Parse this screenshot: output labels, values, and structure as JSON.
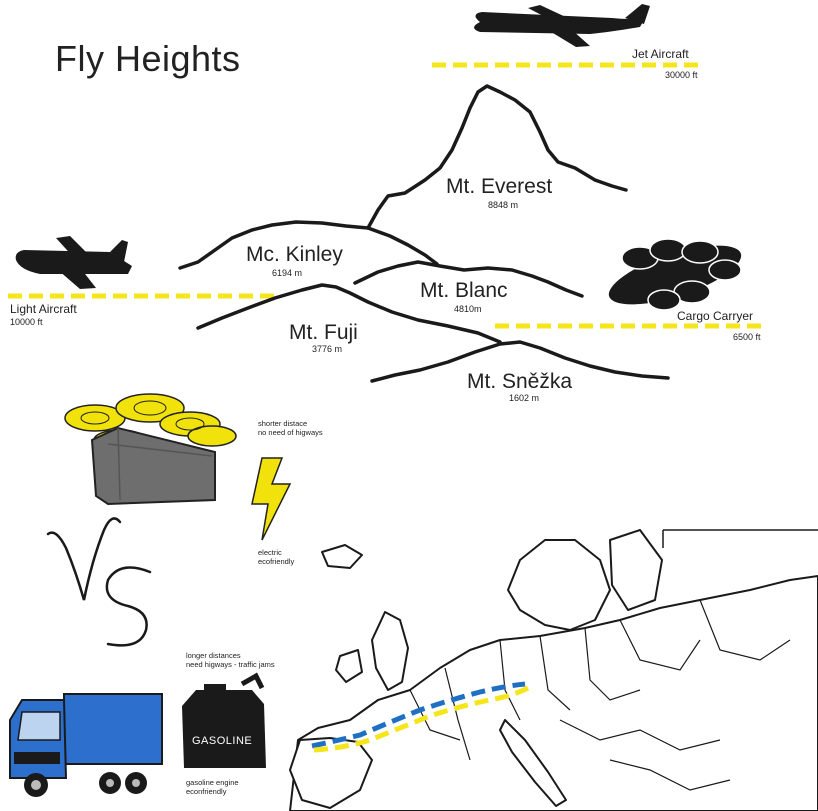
{
  "title": "Fly Heights",
  "mountains": [
    {
      "name": "Mt. Everest",
      "height": "8848 m"
    },
    {
      "name": "Mc. Kinley",
      "height": "6194 m"
    },
    {
      "name": "Mt. Blanc",
      "height": "4810m"
    },
    {
      "name": "Mt. Fuji",
      "height": "3776 m"
    },
    {
      "name": "Mt. Sněžka",
      "height": "1602 m"
    }
  ],
  "aircraft": [
    {
      "name": "Jet Aircraft",
      "altitude": "30000 ft"
    },
    {
      "name": "Light Aircraft",
      "altitude": "10000 ft"
    },
    {
      "name": "Cargo Carryer",
      "altitude": "6500 ft"
    }
  ],
  "drone_notes": {
    "line1": "shorter distace",
    "line2": "no need of higways",
    "line3": "electric",
    "line4": "ecofriendly"
  },
  "truck_notes": {
    "line1": "longer distances",
    "line2": "need higways - traffic jams",
    "line3": "gasoline engine",
    "line4": "econfriendly"
  },
  "gasoline_label": "GASOLINE",
  "colors": {
    "dash": "#f5e61c",
    "route_blue": "#1f6fc2",
    "route_yellow": "#f5e61c",
    "truck": "#2d6fcc",
    "drone": "#f2e20c",
    "crate": "#6e6e6e"
  }
}
